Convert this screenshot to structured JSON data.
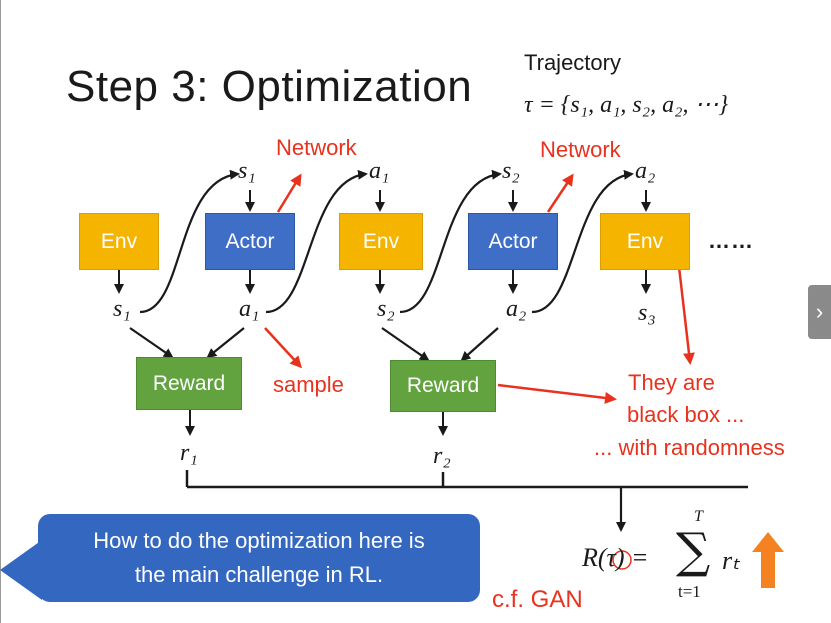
{
  "title": "Step 3: Optimization",
  "trajectory": {
    "label": "Trajectory",
    "formula": "τ = {s₁, a₁, s₂, a₂, ⋯}"
  },
  "boxes": {
    "env1": "Env",
    "actor1": "Actor",
    "env2": "Env",
    "actor2": "Actor",
    "env3": "Env",
    "reward1": "Reward",
    "reward2": "Reward"
  },
  "symbols": {
    "s1_top": "s₁",
    "a1_top": "a₁",
    "s2_top": "s₂",
    "a2_top": "a₂",
    "s1_bottom": "s₁",
    "a1_bottom": "a₁",
    "s2_bottom": "s₂",
    "a2_bottom": "a₂",
    "s3_bottom": "s₃",
    "r1": "r₁",
    "r2": "r₂"
  },
  "labels": {
    "network1": "Network",
    "network2": "Network",
    "sample": "sample",
    "black_box_line1": "They are",
    "black_box_line2": "black box ...",
    "black_box_line3": "... with randomness",
    "ellipsis": "……",
    "cf_gan": "c.f. GAN"
  },
  "formula": {
    "lhs": "R(τ) =",
    "sum_upper": "T",
    "sum_lower": "t=1",
    "term": "rₜ"
  },
  "callout": {
    "line1": "How to do the optimization here is",
    "line2": "the main challenge in RL."
  },
  "colors": {
    "env": "#f5b400",
    "actor": "#3f6ec6",
    "reward": "#62a33f",
    "annotation_red": "#e8321e",
    "callout_blue": "#3468c0",
    "up_arrow_orange": "#f58220"
  },
  "icons": {
    "next_slide": "chevron-right-icon",
    "up_arrow": "arrow-up-icon"
  }
}
